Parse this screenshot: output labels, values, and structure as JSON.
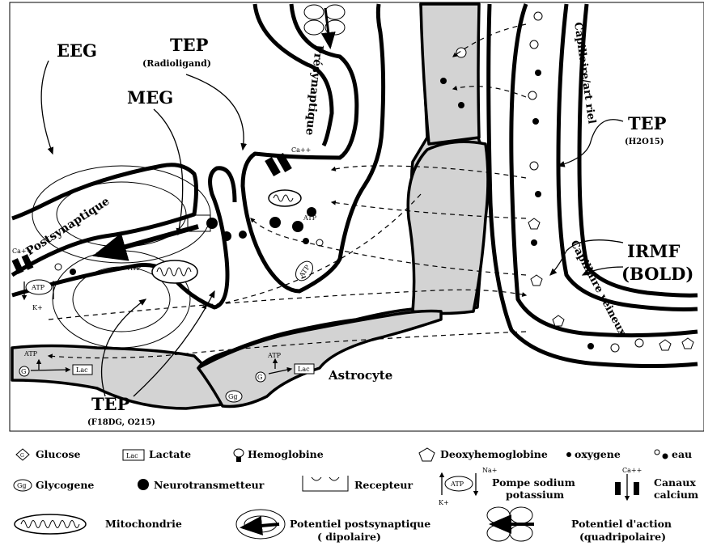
{
  "diagram": {
    "labels": {
      "eeg": "EEG",
      "tep_top": "TEP",
      "radioligand": "(Radioligand)",
      "meg": "MEG",
      "postsynaptique": "Postsynaptique",
      "presynaptique": "Présynaptique",
      "capillaire_arteriel": "Capillaire/art riel",
      "tep_h2o": "TEP",
      "h2o15": "(H2O15)",
      "irmf": "IRMF",
      "bold": "(BOLD)",
      "capillaire_veineux": "Capillaire veineux",
      "astrocyte": "Astrocyte",
      "tep_bottom": "TEP",
      "fdg": "(F18DG, O215)",
      "atp": "ATP",
      "lac": "Lac",
      "g": "G",
      "gg": "Gg",
      "k": "K+",
      "na": "Na+",
      "ca": "Ca++"
    }
  },
  "legend": {
    "glucose": "Glucose",
    "lactate": "Lactate",
    "hemoglobine": "Hemoglobine",
    "deoxyhemoglobine": "Deoxyhemoglobine",
    "oxygene": "oxygene",
    "eau": "eau",
    "glycogene": "Glycogene",
    "neurotransmetteur": "Neurotransmetteur",
    "recepteur": "Recepteur",
    "pompe_line1": "Pompe sodium",
    "pompe_line2": "potassium",
    "canaux_line1": "Canaux",
    "canaux_line2": "calcium",
    "mitochondrie": "Mitochondrie",
    "post_line1": "Potentiel postsynaptique",
    "post_line2": "( dipolaire)",
    "action_line1": "Potentiel d'action",
    "action_line2": "(quadripolaire)",
    "sym_lac": "Lac",
    "sym_g": "G",
    "sym_gg": "Gg",
    "sym_atp": "ATP",
    "sym_na": "Na+",
    "sym_k": "K+",
    "sym_ca": "Ca++"
  }
}
